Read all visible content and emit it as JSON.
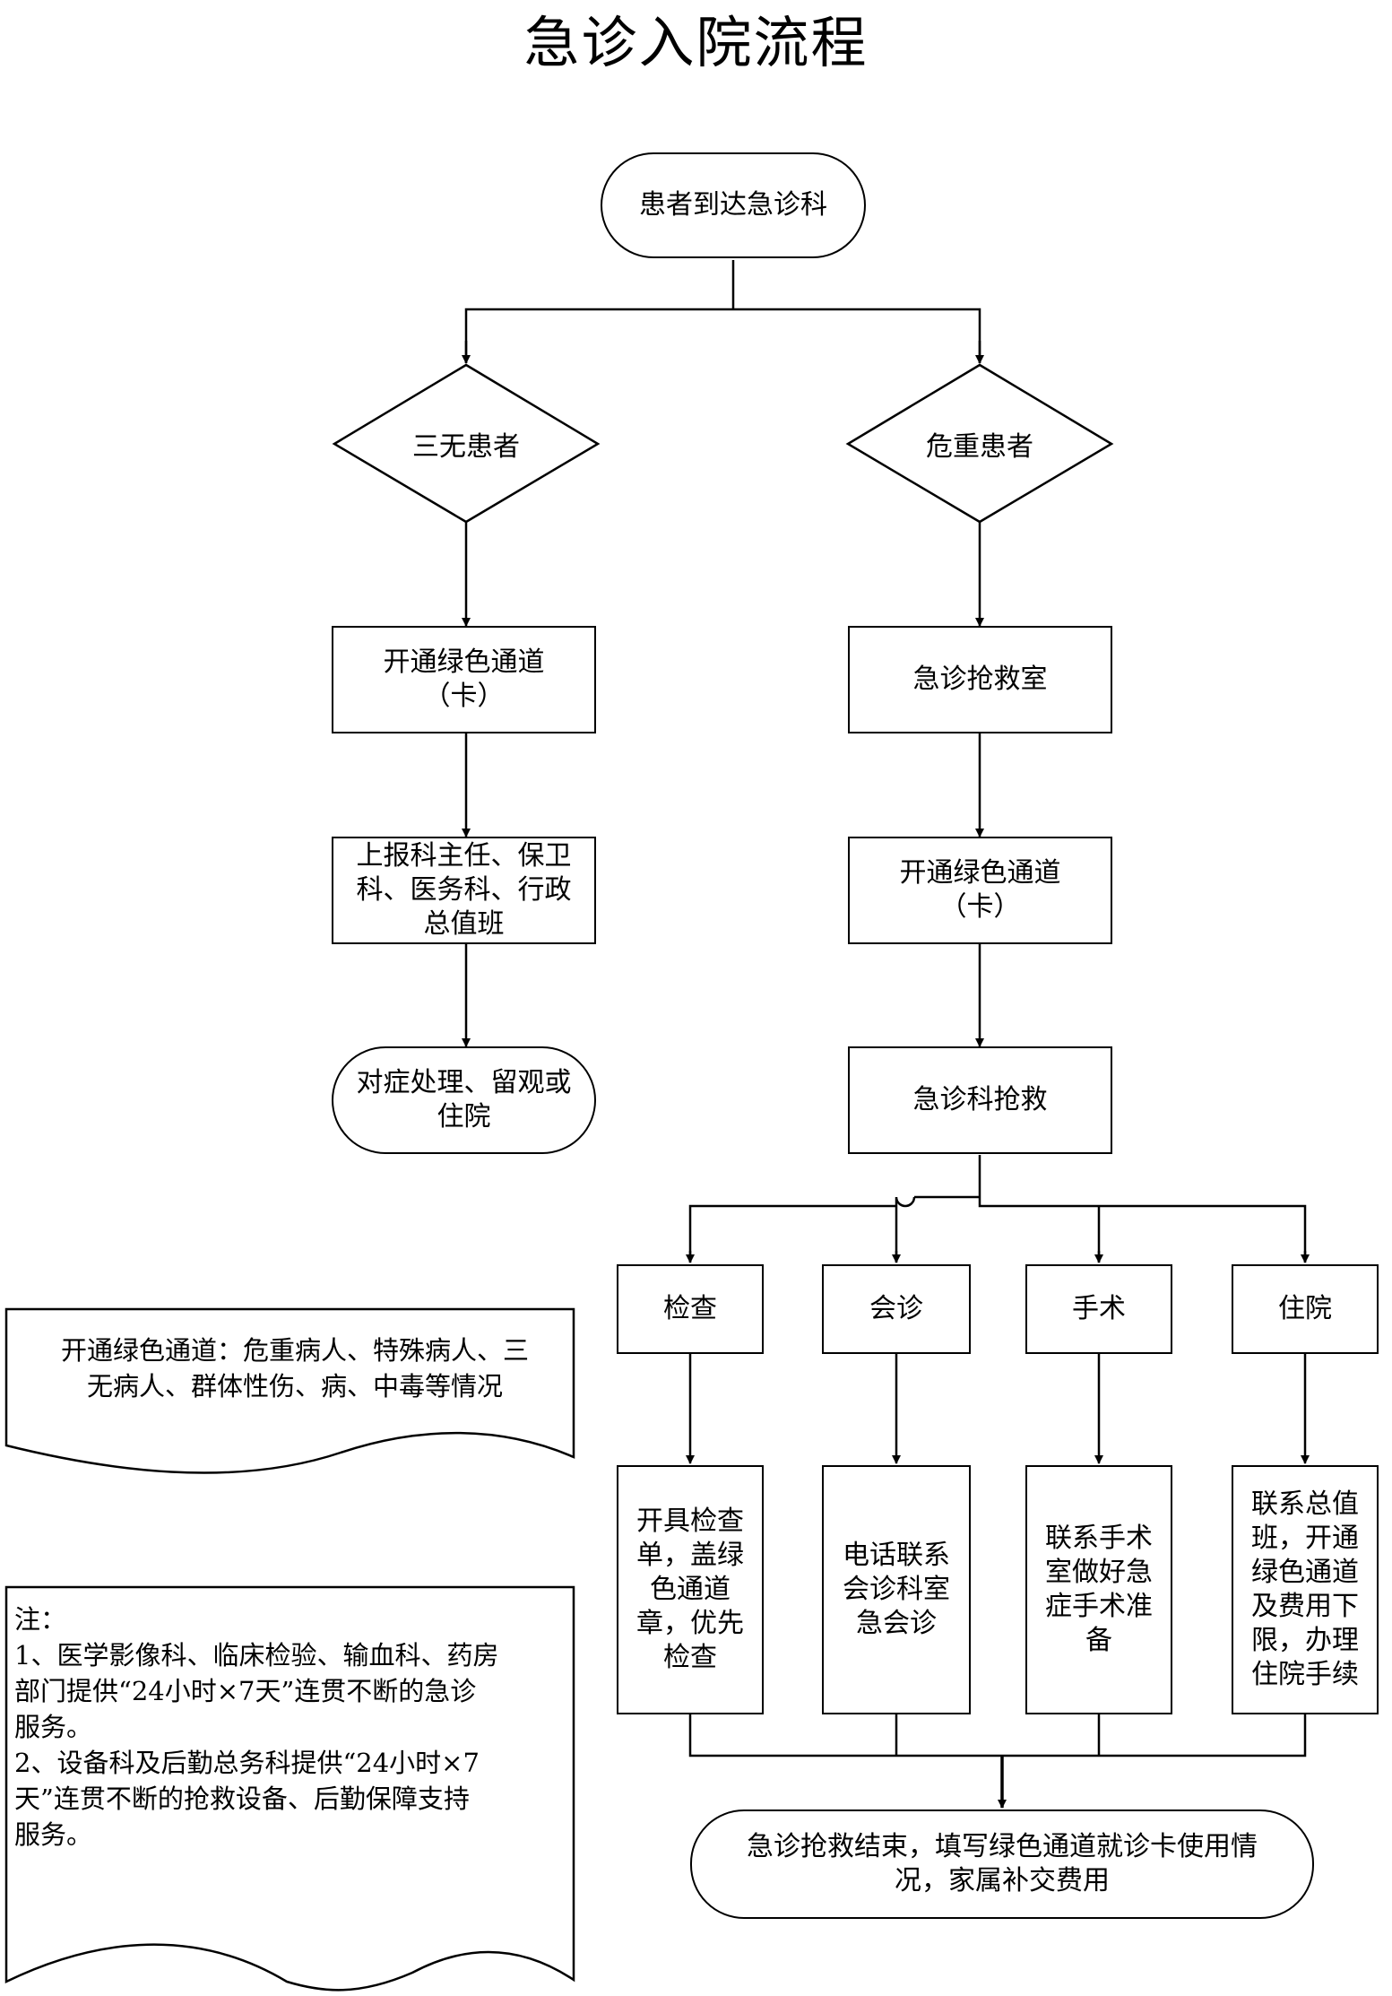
{
  "title": "急诊入院流程",
  "flow": {
    "start": "患者到达急诊科",
    "left_branch": {
      "decision": "三无患者",
      "step1": "开通绿色通道\n（卡）",
      "step2": "上报科主任、保卫\n科、医务科、行政\n总值班",
      "end": "对症处理、留观或\n住院"
    },
    "right_branch": {
      "decision": "危重患者",
      "step1": "急诊抢救室",
      "step2": "开通绿色通道\n（卡）",
      "step3": "急诊科抢救"
    },
    "actions": [
      {
        "label": "检查",
        "detail": "开具检查\n单，盖绿\n色通道\n章，优先\n检查"
      },
      {
        "label": "会诊",
        "detail": "电话联系\n会诊科室\n急会诊"
      },
      {
        "label": "手术",
        "detail": "联系手术\n室做好急\n症手术准\n备"
      },
      {
        "label": "住院",
        "detail": "联系总值\n班，开通\n绿色通道\n及费用下\n限，办理\n住院手续"
      }
    ],
    "final": "急诊抢救结束，填写绿色通道就诊卡使用情\n况，家属补交费用"
  },
  "notes": {
    "green_channel": "开通绿色通道：危重病人、特殊病人、三\n无病人、群体性伤、病、中毒等情况",
    "remarks": "注：\n1、医学影像科、临床检验、输血科、药房\n部门提供“24小时×7天”连贯不断的急诊\n服务。\n2、设备科及后勤总务科提供“24小时×7\n天”连贯不断的抢救设备、后勤保障支持\n服务。"
  }
}
